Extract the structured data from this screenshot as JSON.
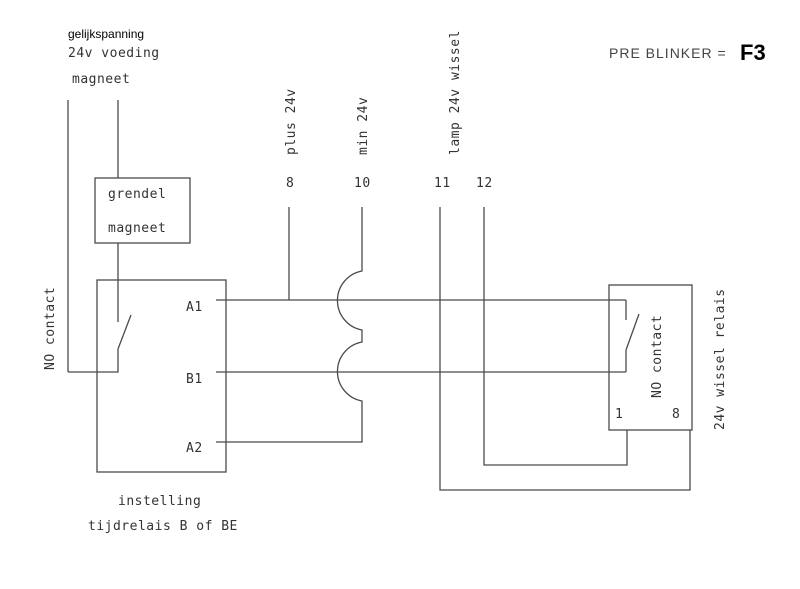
{
  "title": {
    "label": "PRE BLINKER =",
    "code": "F3"
  },
  "supply": {
    "type": "gelijkspanning",
    "line1": "24v voeding",
    "line2": "magneet"
  },
  "lock_magnet": {
    "line1": "grendel",
    "line2": "magneet"
  },
  "left_contact": "NO contact",
  "timer_relay": {
    "terminals": [
      "A1",
      "B1",
      "A2"
    ],
    "caption1": "instelling",
    "caption2": "tijdrelais B of BE"
  },
  "terminals": [
    {
      "label": "plus 24v",
      "number": "8"
    },
    {
      "label": "min 24v",
      "number": "10"
    },
    {
      "label": "lamp 24v wissel",
      "number": "11"
    },
    {
      "label": "",
      "number": "12"
    }
  ],
  "switch_relay": {
    "contact": "NO contact",
    "pin_left": "1",
    "pin_right": "8",
    "label": "24v wissel relais"
  }
}
